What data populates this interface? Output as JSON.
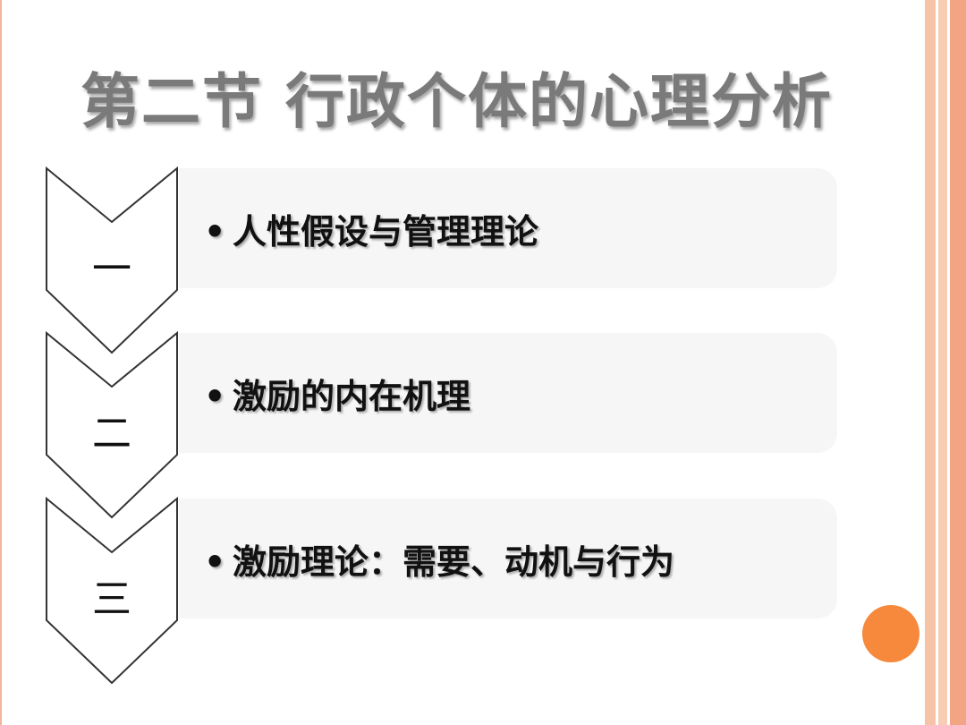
{
  "slide": {
    "title": "第二节 行政个体的心理分析",
    "items": [
      {
        "number": "一",
        "text": "人性假设与管理理论"
      },
      {
        "number": "二",
        "text": "激励的内在机理"
      },
      {
        "number": "三",
        "text": "激励理论：需要、动机与行为"
      }
    ],
    "bullet": "•"
  },
  "colors": {
    "accent_circle": "#f7893d",
    "frame": "#f3a583",
    "card_bg": "#f6f6f6",
    "title": "#7a7a7a"
  }
}
